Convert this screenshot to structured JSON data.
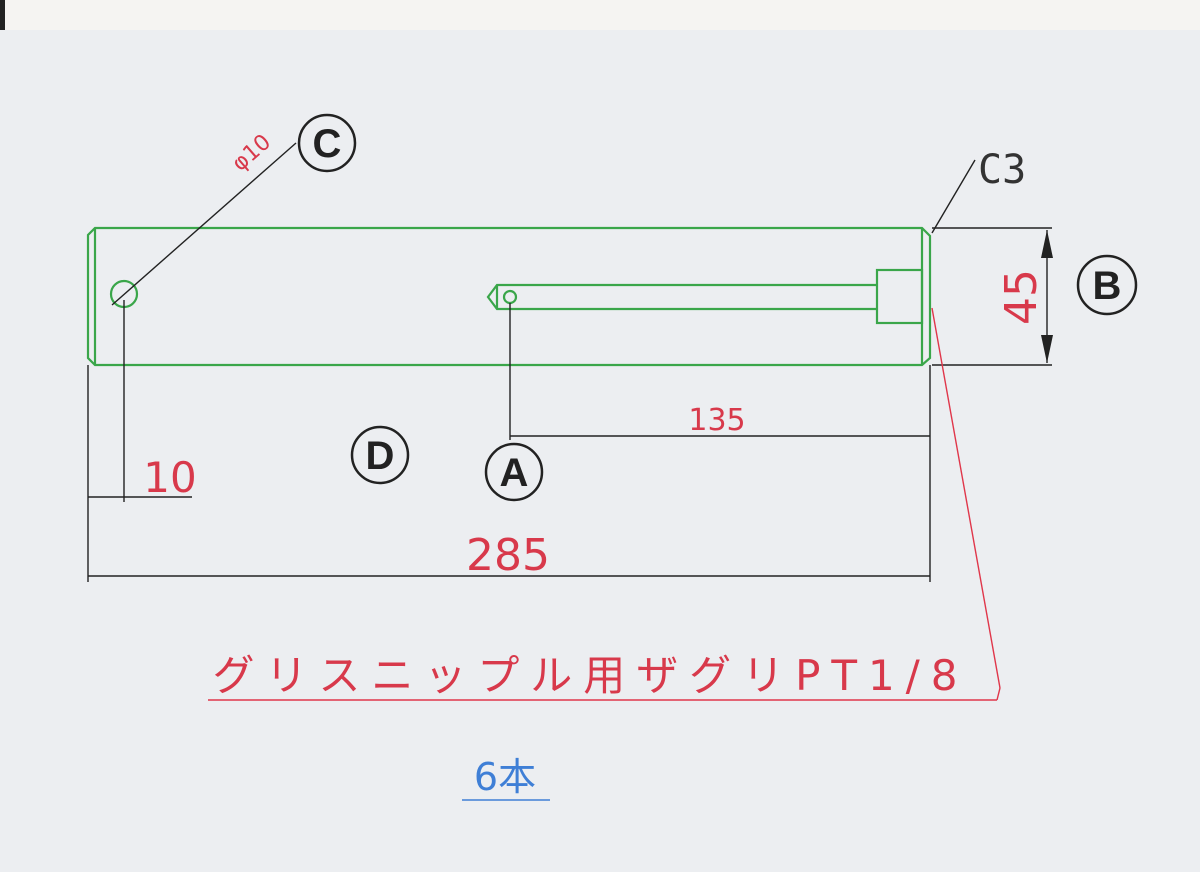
{
  "labels": {
    "a": "A",
    "b": "B",
    "c": "C",
    "d": "D"
  },
  "dimensions": {
    "hole_dia": "φ10",
    "chamfer": "C3",
    "diameter": "45",
    "hole_offset": "10",
    "bore_depth": "135",
    "length": "285"
  },
  "note": "グリスニップル用ザグリPT1/8",
  "quantity": "6本",
  "colors": {
    "part": "#3aa64a",
    "dim": "#d8394b",
    "quantity": "#3f7fd6"
  }
}
